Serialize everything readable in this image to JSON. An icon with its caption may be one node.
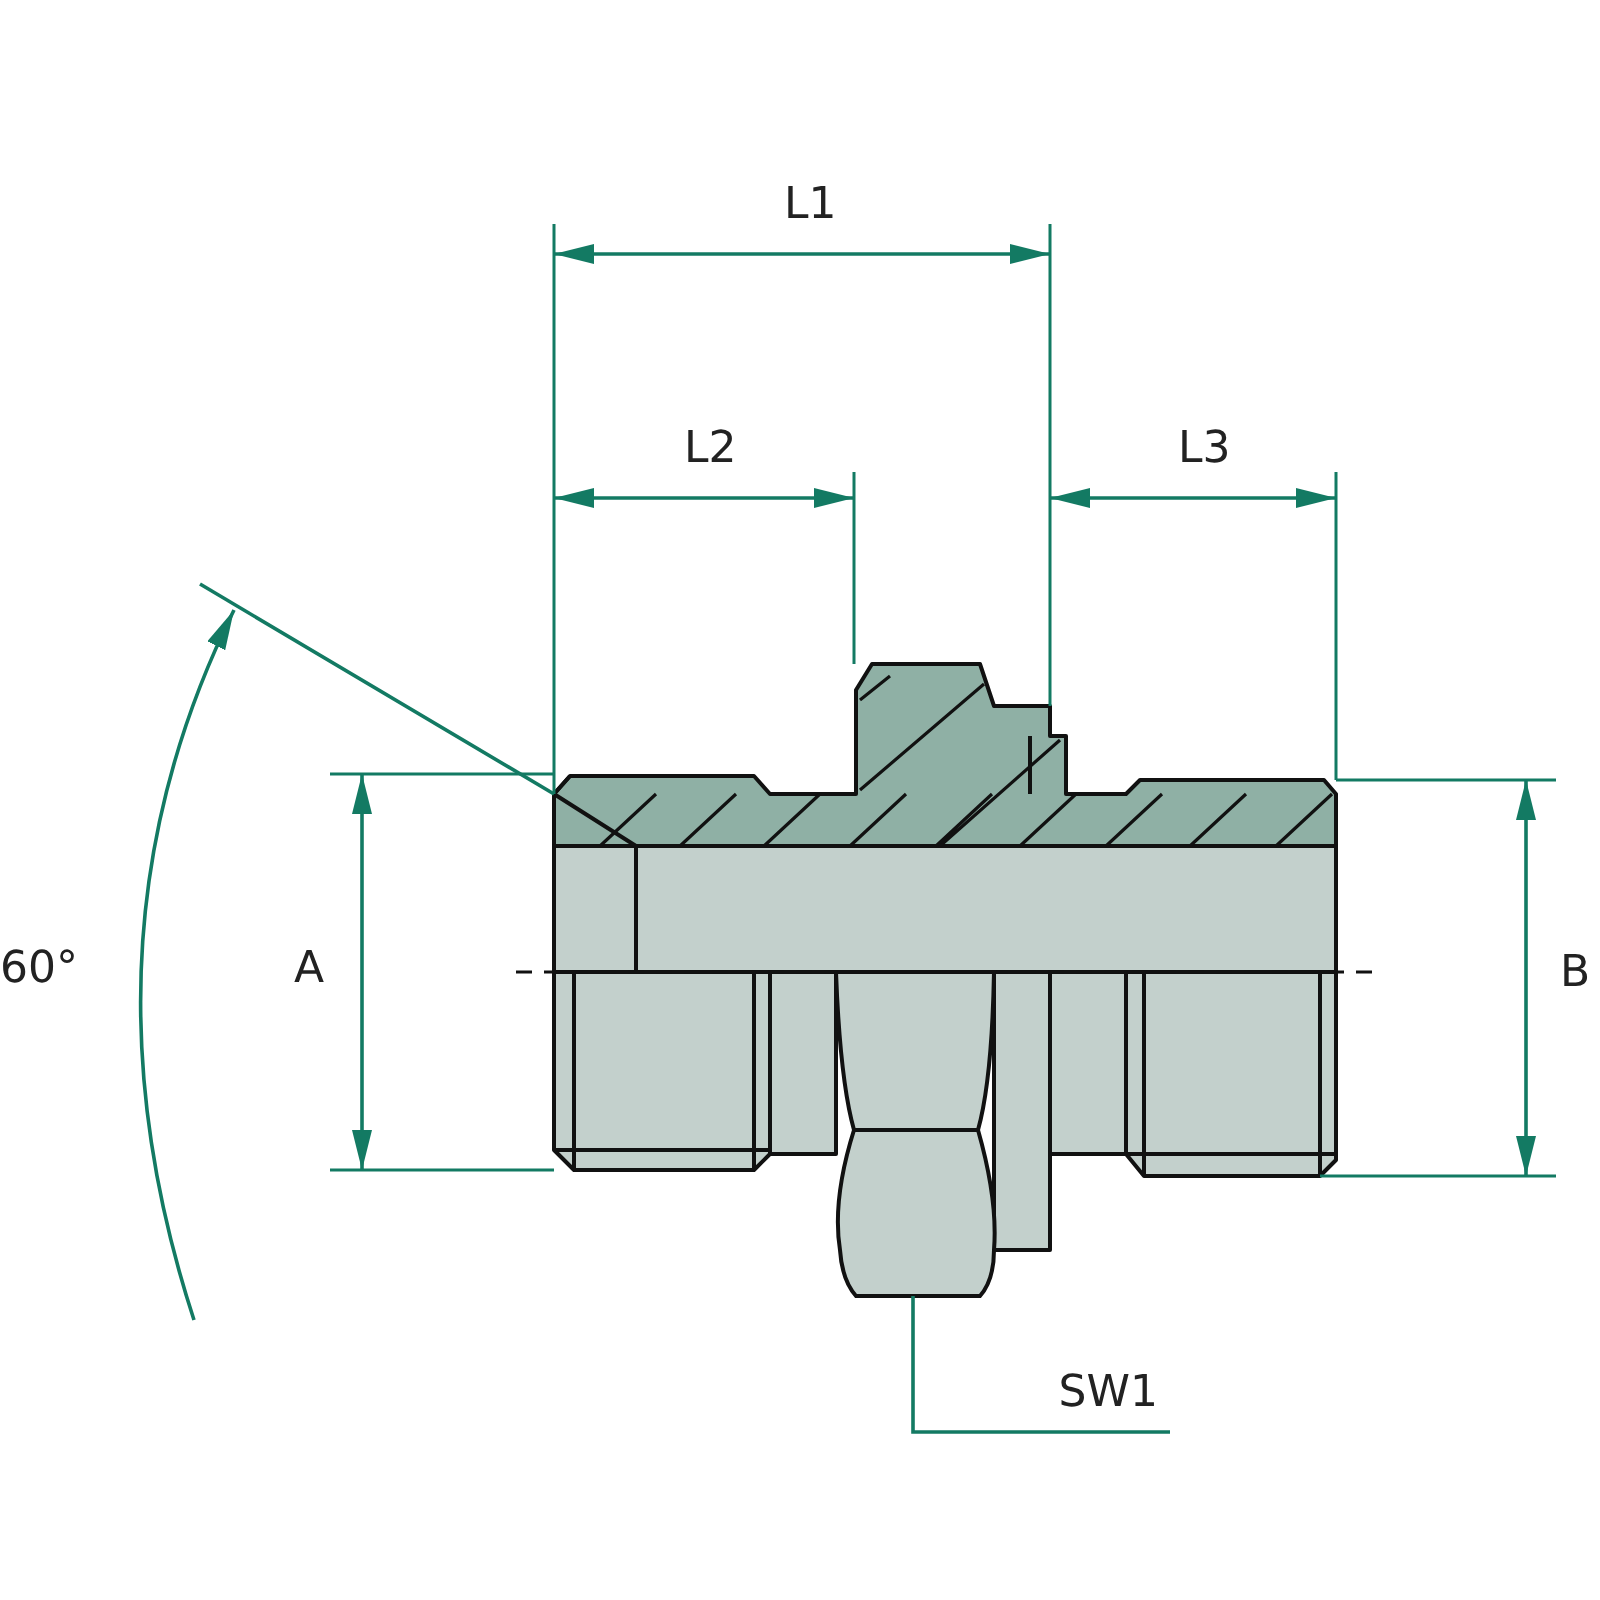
{
  "diagram": {
    "nodes": [
      {
        "text": [
          "SW1"
        ]
      },
      {
        "text": [],
        "shape": "picture"
      }
    ],
    "edges": [
      {
        "from": 0,
        "to": 1,
        "arrow": "none"
      }
    ],
    "labels": [
      "L1",
      "L2",
      "L3",
      "60°",
      "A",
      "B"
    ]
  }
}
